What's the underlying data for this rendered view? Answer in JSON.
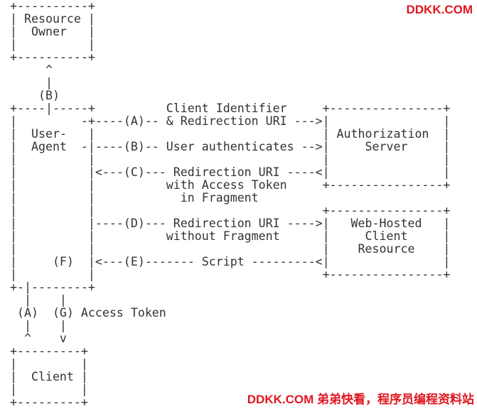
{
  "diagram": {
    "lines": [
      "+----------+",
      "| Resource |",
      "|  Owner   |",
      "|          |",
      "+----------+",
      "     ^",
      "     |",
      "    (B)",
      "+----|-----+          Client Identifier     +----------------+",
      "|         -+----(A)-- & Redirection URI --->|                |",
      "|  User-   |                                | Authorization  |",
      "|  Agent  -|----(B)-- User authenticates -->|     Server     |",
      "|          |                                |                |",
      "|          |<---(C)--- Redirection URI ----<|                |",
      "|          |          with Access Token     +----------------+",
      "|          |            in Fragment",
      "|          |                                +----------------+",
      "|          |----(D)--- Redirection URI ---->|   Web-Hosted   |",
      "|          |          without Fragment      |     Client     |",
      "|          |                                |    Resource    |",
      "|     (F)  |<---(E)------- Script ---------<|                |",
      "|          |                                +----------------+",
      "+-|--------+",
      "  |    |",
      " (A)  (G) Access Token",
      "  |    |",
      "  ^    v",
      "+---------+",
      "|         |",
      "|  Client |",
      "|         |",
      "+---------+"
    ]
  },
  "watermarks": {
    "top": "DDKK.COM",
    "bottom": "DDKK.COM 弟弟快看，程序员编程资料站"
  },
  "colors": {
    "text": "#333333",
    "watermark": "#e0161f",
    "background": "#ffffff"
  }
}
